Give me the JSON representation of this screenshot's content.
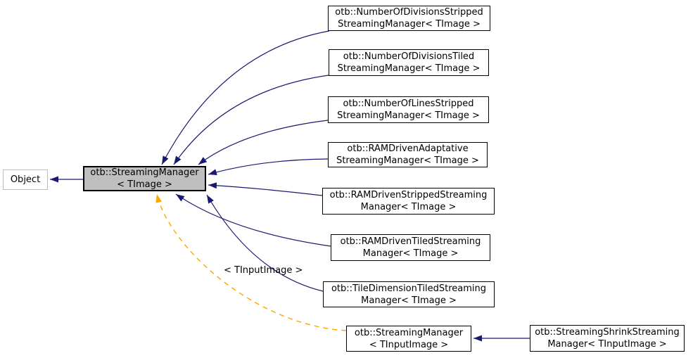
{
  "nodes": {
    "object": {
      "line1": "Object"
    },
    "base": {
      "line1": "otb::StreamingManager",
      "line2": "< TImage >"
    },
    "d1": {
      "line1": "otb::NumberOfDivisionsStripped",
      "line2": "StreamingManager< TImage >"
    },
    "d2": {
      "line1": "otb::NumberOfDivisionsTiled",
      "line2": "StreamingManager< TImage >"
    },
    "d3": {
      "line1": "otb::NumberOfLinesStripped",
      "line2": "StreamingManager< TImage >"
    },
    "d4": {
      "line1": "otb::RAMDrivenAdaptative",
      "line2": "StreamingManager< TImage >"
    },
    "d5": {
      "line1": "otb::RAMDrivenStrippedStreaming",
      "line2": "Manager< TImage >"
    },
    "d6": {
      "line1": "otb::RAMDrivenTiledStreaming",
      "line2": "Manager< TImage >"
    },
    "d7": {
      "line1": "otb::TileDimensionTiledStreaming",
      "line2": "Manager< TImage >"
    },
    "base_tinput": {
      "line1": "otb::StreamingManager",
      "line2": "< TInputImage >"
    },
    "shrink": {
      "line1": "otb::StreamingShrinkStreaming",
      "line2": "Manager< TInputImage >"
    }
  },
  "edge_label": "< TInputImage >",
  "colors": {
    "inheritance_arrow": "#191970",
    "template_arrow": "#ffa500",
    "node_fill": "#ffffff",
    "current_node_fill": "#bfbfbf",
    "node_border": "#000000",
    "external_node_border": "#bdbdbd",
    "text": "#000000",
    "background": "#ffffff"
  }
}
